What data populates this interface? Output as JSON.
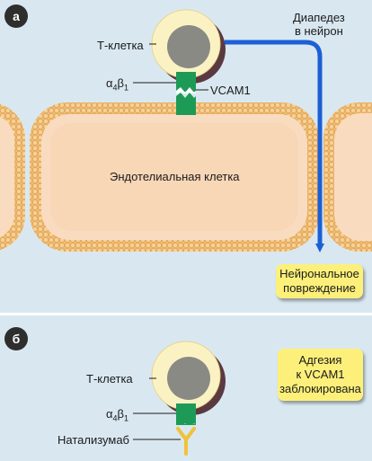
{
  "panel_a": {
    "badge": "а",
    "t_cell_label": "Т-клетка",
    "integrin_label": "α4β1",
    "vcam_label": "VCAM1",
    "diapedesis_label_line1": "Диапедез",
    "diapedesis_label_line2": "в нейрон",
    "endothelial_label": "Эндотелиальная клетка",
    "damage_box_line1": "Нейрональное",
    "damage_box_line2": "повреждение"
  },
  "panel_b": {
    "badge": "б",
    "t_cell_label": "Т-клетка",
    "integrin_label": "α4β1",
    "antibody_label": "Натализумаб",
    "blocked_box_line1": "Адгезия",
    "blocked_box_line2": "к VCAM1",
    "blocked_box_line3": "заблокирована"
  },
  "colors": {
    "panel_a_background": "#d9e8f0",
    "panel_b_background": "#d9e8f0",
    "membrane_orange": "#f2c07a",
    "cytoplasm_peach": "#f9dcc0",
    "cell_cream": "#fbf2c4",
    "nucleus_gray": "#8a8a84",
    "receptor_green": "#1e9a57",
    "arrow_blue": "#1c5fd6",
    "label_box_yellow": "#fdf07a",
    "antibody_yellow": "#f0c23a"
  }
}
